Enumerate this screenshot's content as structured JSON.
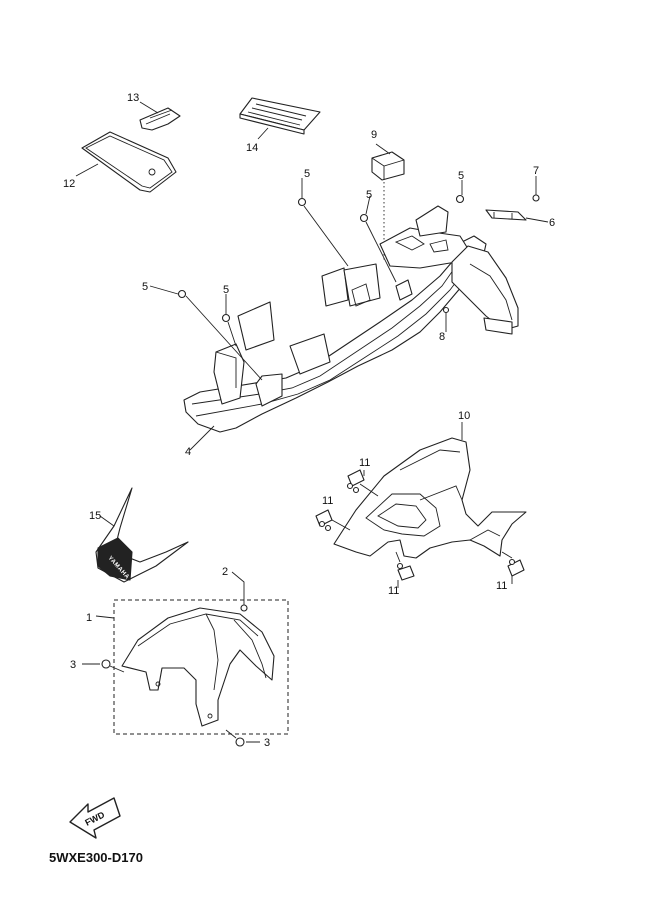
{
  "diagram_code": "5WXE300-D170",
  "fwd_label": "FWD",
  "sticker_brand": "YAMAHA",
  "callouts": {
    "c1": "1",
    "c2": "2",
    "c3a": "3",
    "c3b": "3",
    "c4": "4",
    "c5a": "5",
    "c5b": "5",
    "c5c": "5",
    "c5d": "5",
    "c5e": "5",
    "c6": "6",
    "c7": "7",
    "c8": "8",
    "c9": "9",
    "c10": "10",
    "c11a": "11",
    "c11b": "11",
    "c11c": "11",
    "c11d": "11",
    "c12": "12",
    "c13": "13",
    "c14": "14",
    "c15": "15"
  }
}
